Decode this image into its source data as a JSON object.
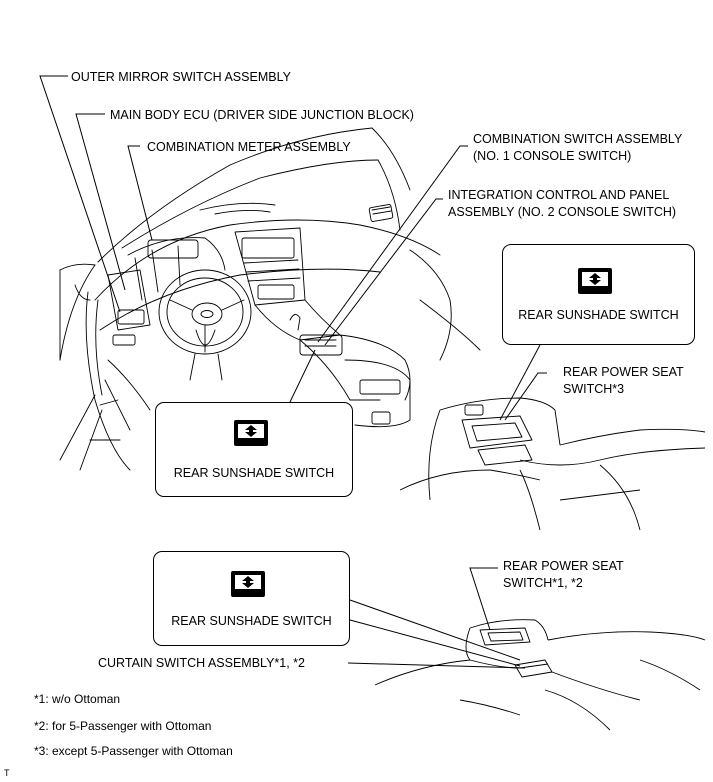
{
  "labels": {
    "outer_mirror": "OUTER MIRROR SWITCH ASSEMBLY",
    "main_body_ecu": "MAIN BODY ECU (DRIVER SIDE JUNCTION BLOCK)",
    "combination_meter": "COMBINATION METER ASSEMBLY",
    "combination_switch_1": "COMBINATION SWITCH ASSEMBLY",
    "combination_switch_2": "(NO. 1 CONSOLE SWITCH)",
    "integration_1": "INTEGRATION CONTROL AND PANEL",
    "integration_2": "ASSEMBLY (NO. 2 CONSOLE SWITCH)",
    "rear_power_seat_a_1": "REAR POWER SEAT",
    "rear_power_seat_a_2": "SWITCH*3",
    "rear_power_seat_b_1": "REAR POWER SEAT",
    "rear_power_seat_b_2": "SWITCH*1, *2",
    "curtain_switch": "CURTAIN SWITCH ASSEMBLY*1, *2"
  },
  "callouts": {
    "upper_right": "REAR SUNSHADE SWITCH",
    "middle_left": "REAR SUNSHADE SWITCH",
    "bottom_left": "REAR SUNSHADE SWITCH"
  },
  "notes": [
    "*1: w/o Ottoman",
    "*2: for 5-Passenger with Ottoman",
    "*3: except 5-Passenger with Ottoman"
  ],
  "corner_mark": "T",
  "icons": {
    "sunshade_symbol": "sunshade-up-down-icon"
  }
}
